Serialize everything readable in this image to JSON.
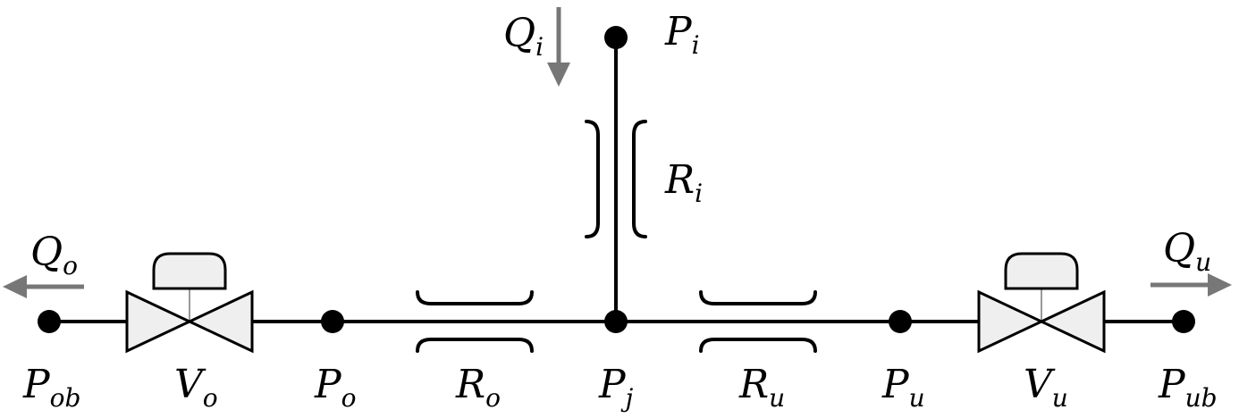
{
  "labels": {
    "Pob": {
      "main": "P",
      "sub": "ob"
    },
    "Vo": {
      "main": "V",
      "sub": "o"
    },
    "Po": {
      "main": "P",
      "sub": "o"
    },
    "Ro": {
      "main": "R",
      "sub": "o"
    },
    "Pj": {
      "main": "P",
      "sub": "j"
    },
    "Ru": {
      "main": "R",
      "sub": "u"
    },
    "Pu": {
      "main": "P",
      "sub": "u"
    },
    "Vu": {
      "main": "V",
      "sub": "u"
    },
    "Pub": {
      "main": "P",
      "sub": "ub"
    },
    "Pi": {
      "main": "P",
      "sub": "i"
    },
    "Ri": {
      "main": "R",
      "sub": "i"
    },
    "Qi": {
      "main": "Q",
      "sub": "i"
    },
    "Qo": {
      "main": "Q",
      "sub": "o"
    },
    "Qu": {
      "main": "Q",
      "sub": "u"
    }
  },
  "colors": {
    "line": "#000000",
    "valve_fill": "#efefef",
    "flow_arrow": "#777777"
  }
}
